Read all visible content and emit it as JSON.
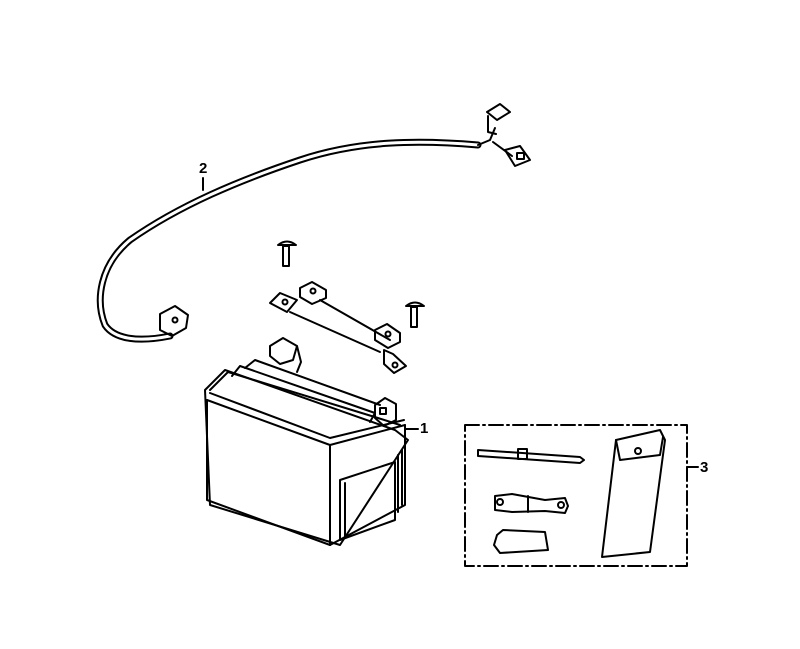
{
  "diagram": {
    "type": "exploded parts diagram",
    "parts": [
      {
        "number": "1",
        "name": "battery"
      },
      {
        "number": "2",
        "name": "battery cable"
      },
      {
        "number": "3",
        "name": "tool kit"
      }
    ],
    "unlabeled_parts": [
      "bracket",
      "bolt",
      "bolt"
    ],
    "tool_kit_contents": [
      "screwdriver",
      "wrench",
      "small tool",
      "pouch"
    ]
  },
  "labels": {
    "battery": "1",
    "cable": "2",
    "toolkit": "3"
  },
  "colors": {
    "line": "#000000",
    "background": "#ffffff"
  }
}
